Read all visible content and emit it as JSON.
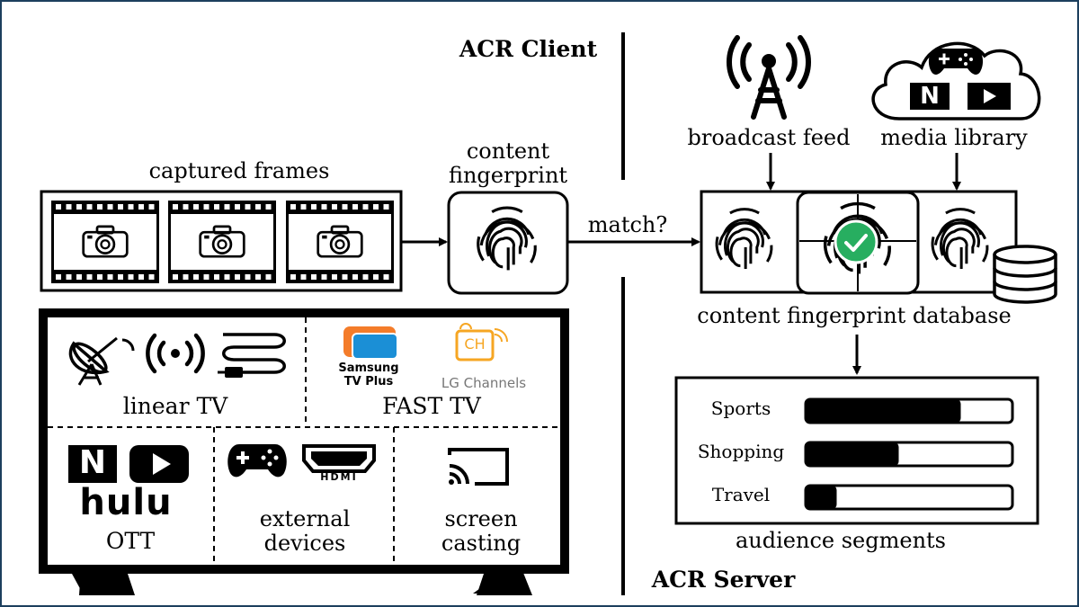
{
  "client_title": "ACR Client",
  "server_title": "ACR Server",
  "captured_frames": "captured frames",
  "fingerprint_line1": "content",
  "fingerprint_line2": "fingerprint",
  "match": "match?",
  "broadcast_feed": "broadcast feed",
  "media_library": "media library",
  "database": "content fingerprint database",
  "audience_segments": "audience segments",
  "segments": [
    {
      "name": "Sports",
      "fill": 0.75
    },
    {
      "name": "Shopping",
      "fill": 0.45
    },
    {
      "name": "Travel",
      "fill": 0.15
    }
  ],
  "tv": {
    "linear": "linear TV",
    "fast": "FAST TV",
    "samsung_line1": "Samsung",
    "samsung_line2": "TV Plus",
    "lg_logo": "CH",
    "lg_label": "LG Channels",
    "ott": "OTT",
    "hulu": "hulu",
    "netflix": "N",
    "hdmi": "HDMI",
    "external_line1": "external",
    "external_line2": "devices",
    "casting_line1": "screen",
    "casting_line2": "casting"
  },
  "colors": {
    "ink": "#000000",
    "samsung_orange": "#f47c2a",
    "samsung_blue": "#1b8fd6",
    "lg_orange": "#f6a623",
    "check_green": "#27ae60",
    "frame_border": "#1d3f5e"
  },
  "icons": [
    "camera-icon",
    "fingerprint-icon",
    "broadcast-tower-icon",
    "cloud-icon",
    "gamepad-icon",
    "netflix-icon",
    "youtube-icon",
    "satellite-dish-icon",
    "signal-icon",
    "cable-icon",
    "cast-icon",
    "hdmi-icon",
    "database-icon",
    "checkmark-icon"
  ]
}
